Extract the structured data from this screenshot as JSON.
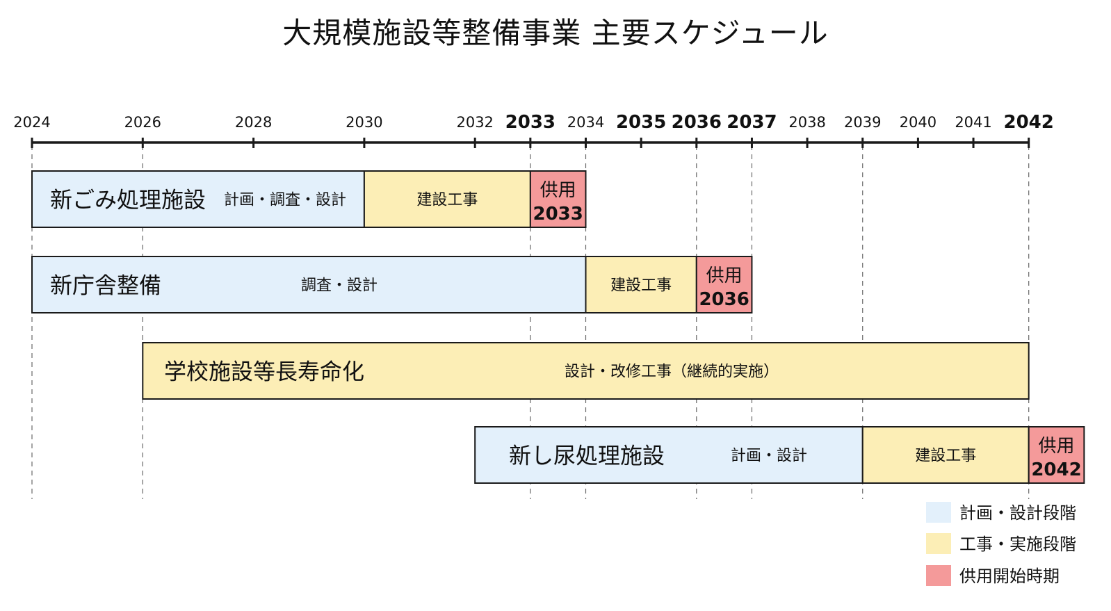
{
  "title": "大規模施設等整備事業 主要スケジュール",
  "colors": {
    "planning": "#e3f0fb",
    "construction": "#fceeb6",
    "operation": "#f49a9a",
    "outline": "#1a1a1a",
    "guide": "#666666"
  },
  "timeline": {
    "ticks": [
      {
        "year": 2024,
        "label": "2024",
        "emphasis": false
      },
      {
        "year": 2026,
        "label": "2026",
        "emphasis": false
      },
      {
        "year": 2028,
        "label": "2028",
        "emphasis": false
      },
      {
        "year": 2030,
        "label": "2030",
        "emphasis": false
      },
      {
        "year": 2032,
        "label": "2032",
        "emphasis": false
      },
      {
        "year": 2033,
        "label": "2033",
        "emphasis": true
      },
      {
        "year": 2034,
        "label": "2034",
        "emphasis": false
      },
      {
        "year": 2035,
        "label": "2035",
        "emphasis": true
      },
      {
        "year": 2036,
        "label": "2036",
        "emphasis": true
      },
      {
        "year": 2037,
        "label": "2037",
        "emphasis": true
      },
      {
        "year": 2038,
        "label": "2038",
        "emphasis": false
      },
      {
        "year": 2039,
        "label": "2039",
        "emphasis": false
      },
      {
        "year": 2040,
        "label": "2040",
        "emphasis": false
      },
      {
        "year": 2041,
        "label": "2041",
        "emphasis": false
      },
      {
        "year": 2042,
        "label": "2042",
        "emphasis": true
      }
    ],
    "guide_years": [
      2024,
      2026,
      2033,
      2034,
      2036,
      2037,
      2039,
      2042
    ]
  },
  "projects": [
    {
      "name": "新ごみ処理施設",
      "phases": [
        {
          "kind": "planning",
          "start": 2024,
          "end": 2030,
          "label": "計画・調査・設計"
        },
        {
          "kind": "construction",
          "start": 2030,
          "end": 2033,
          "label": "建設工事"
        },
        {
          "kind": "operation",
          "start": 2033,
          "end": 2034,
          "label": "供用",
          "year_label": "2033"
        }
      ]
    },
    {
      "name": "新庁舎整備",
      "phases": [
        {
          "kind": "planning",
          "start": 2024,
          "end": 2034,
          "label": "調査・設計"
        },
        {
          "kind": "construction",
          "start": 2034,
          "end": 2036,
          "label": "建設工事"
        },
        {
          "kind": "operation",
          "start": 2036,
          "end": 2037,
          "label": "供用",
          "year_label": "2036"
        }
      ]
    },
    {
      "name": "学校施設等長寿命化",
      "phases": [
        {
          "kind": "construction",
          "start": 2026,
          "end": 2042,
          "label": "設計・改修工事（継続的実施）"
        }
      ]
    },
    {
      "name": "新し尿処理施設",
      "phases": [
        {
          "kind": "planning",
          "start": 2032,
          "end": 2039,
          "label": "計画・設計"
        },
        {
          "kind": "construction",
          "start": 2039,
          "end": 2042,
          "label": "建設工事"
        },
        {
          "kind": "operation",
          "start": 2042,
          "end": 2043,
          "label": "供用",
          "year_label": "2042"
        }
      ]
    }
  ],
  "legend": [
    {
      "kind": "planning",
      "label": "計画・設計段階"
    },
    {
      "kind": "construction",
      "label": "工事・実施段階"
    },
    {
      "kind": "operation",
      "label": "供用開始時期"
    }
  ]
}
